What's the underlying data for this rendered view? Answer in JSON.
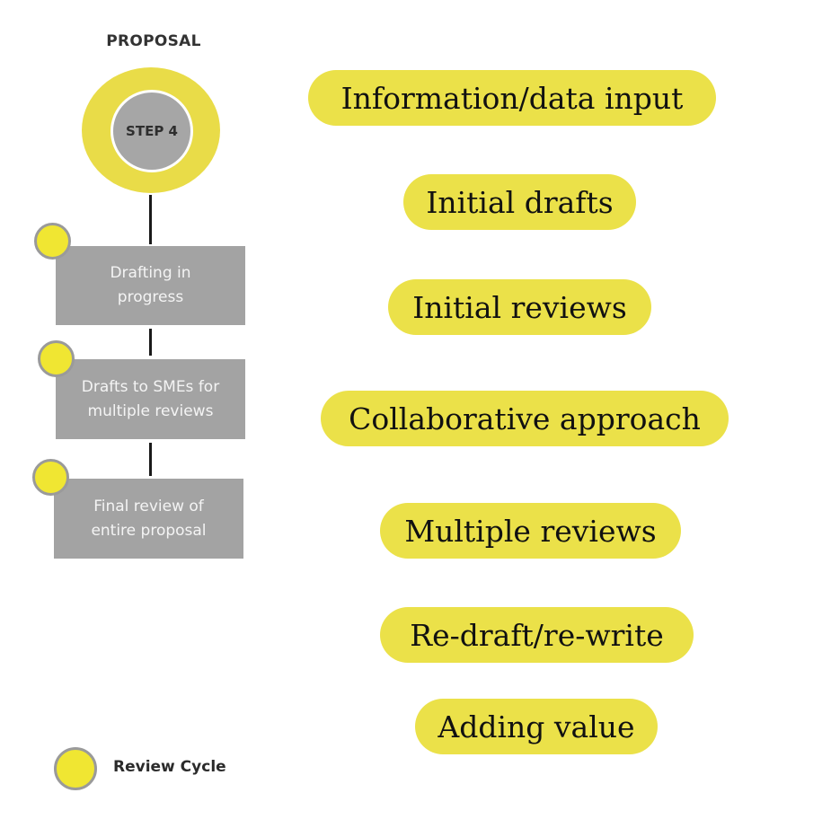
{
  "header": {
    "title": "PROPOSAL",
    "step_label": "STEP 4"
  },
  "stages": [
    {
      "label": "Drafting in\nprogress"
    },
    {
      "label": "Drafts to SMEs for\nmultiple reviews"
    },
    {
      "label": "Final review of\nentire proposal"
    }
  ],
  "pills": [
    {
      "label": "Information/data input"
    },
    {
      "label": "Initial drafts"
    },
    {
      "label": "Initial reviews"
    },
    {
      "label": "Collaborative approach"
    },
    {
      "label": "Multiple reviews"
    },
    {
      "label": "Re-draft/re-write"
    },
    {
      "label": "Adding value"
    }
  ],
  "legend": {
    "label": "Review Cycle"
  },
  "colors": {
    "accent_yellow": "#ebe149",
    "stage_gray": "#a3a3a3",
    "connector": "#1a1a1a"
  }
}
